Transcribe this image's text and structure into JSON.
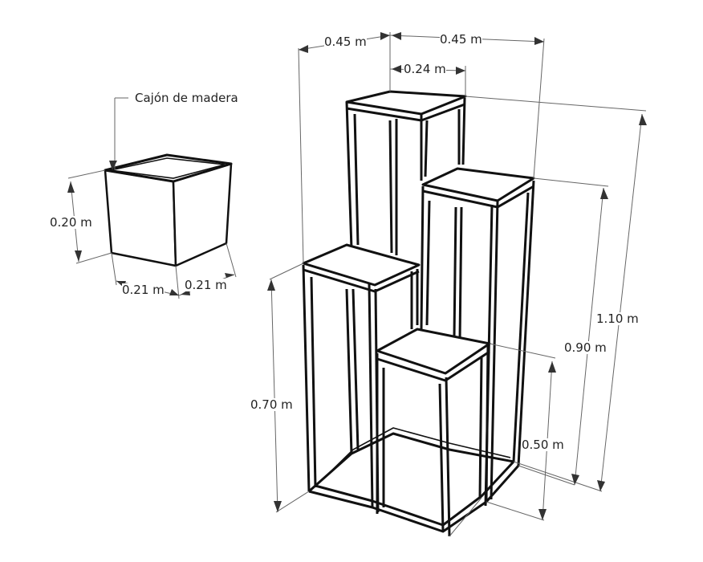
{
  "box": {
    "label": "Cajón de madera",
    "height": "0.20 m",
    "width_left": "0.21 m",
    "width_right": "0.21 m"
  },
  "stand": {
    "depth_left": "0.45 m",
    "width_right": "0.45 m",
    "top_width": "0.24 m",
    "height_total": "1.10 m",
    "height_mid": "0.90 m",
    "height_left_shelf": "0.70 m",
    "height_low_shelf": "0.50 m"
  }
}
